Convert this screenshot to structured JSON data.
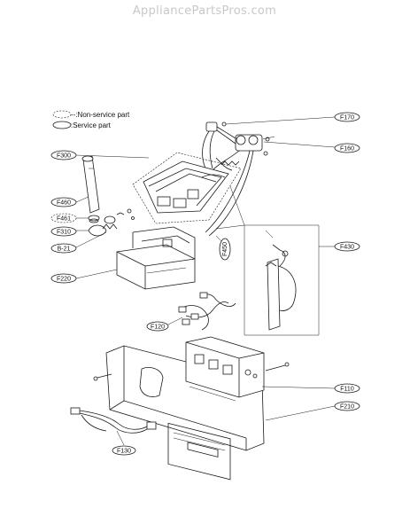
{
  "watermark": "AppliancePartsPros.com",
  "legend": {
    "non_service": "--:Non-service part",
    "service": ":Service part"
  },
  "callouts": {
    "f170": "F170",
    "f160": "F160",
    "f300": "F300",
    "f460": "F460",
    "f461": "F461",
    "f310": "F310",
    "b21": "B-21",
    "f450": "F450",
    "f430": "F430",
    "f220": "F220",
    "f120": "F120",
    "f110": "F110",
    "f210": "F210",
    "f130": "F130"
  }
}
